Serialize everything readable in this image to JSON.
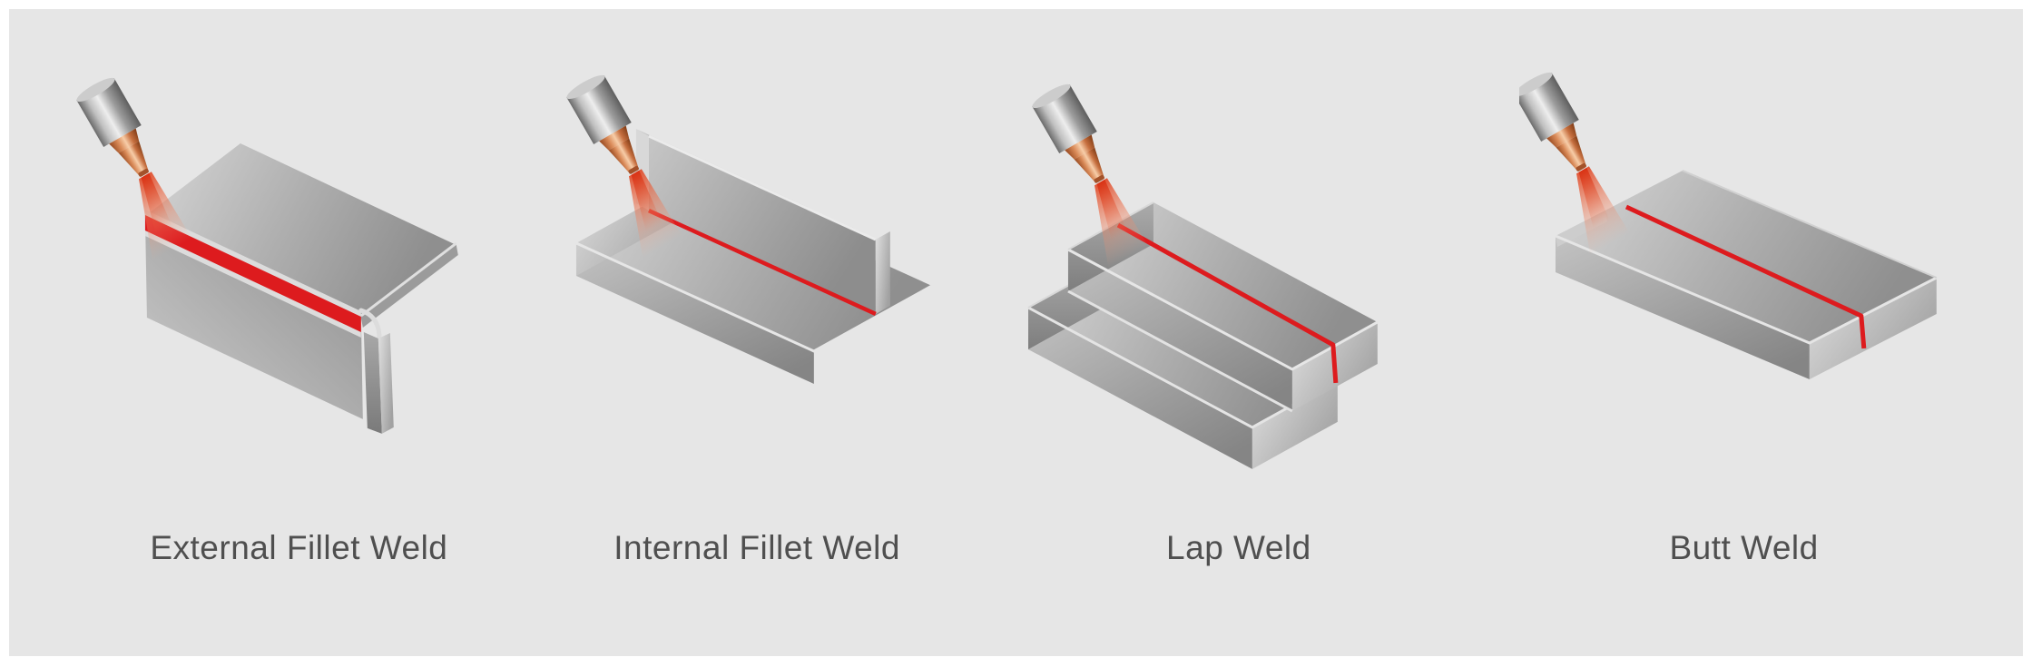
{
  "diagram": {
    "title_visible": false,
    "background_color": "#e6e6e6",
    "page_border_color": "#ffffff",
    "weld_seam_color": "#dd1b1e",
    "label_text_color": "#4f4f4f",
    "metal_light_color": "#d7d7d7",
    "metal_mid_color": "#a8a8a8",
    "metal_dark_color": "#858585",
    "edge_highlight_color": "#e4e4e4",
    "torch_copper_color": "#c66f3f",
    "torch_spray_color": "#e04623"
  },
  "panels": [
    {
      "id": "external-fillet-weld",
      "label": "External Fillet Weld"
    },
    {
      "id": "internal-fillet-weld",
      "label": "Internal Fillet Weld"
    },
    {
      "id": "lap-weld",
      "label": "Lap Weld"
    },
    {
      "id": "butt-weld",
      "label": "Butt Weld"
    }
  ]
}
